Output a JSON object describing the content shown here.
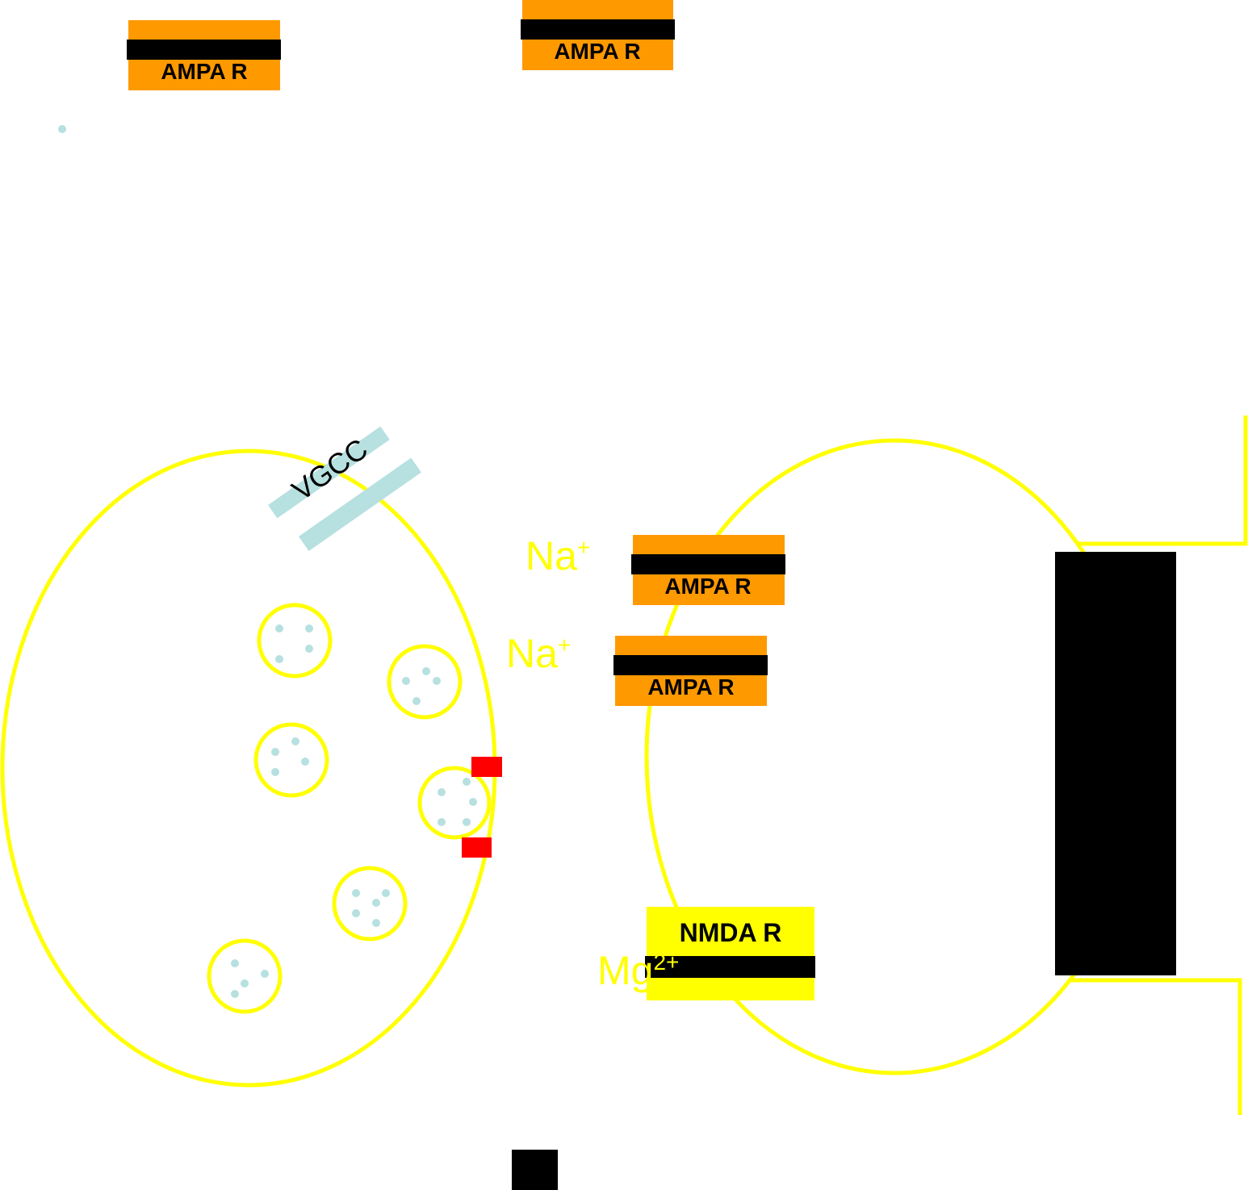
{
  "colors": {
    "membrane": "#FFFF00",
    "ampa_body": "#FF9900",
    "receptor_band": "#000000",
    "nmda_body": "#FFFF00",
    "transmitter": "#B7E0E0",
    "vgcc": "#B7E0E0",
    "snare": "#FF0000",
    "ion_text": "#FFFF00",
    "background": "#FFFFFF"
  },
  "labels": {
    "ampa": "AMPA R",
    "nmda": "NMDA R",
    "vgcc": "VGCC",
    "na_base": "Na",
    "na_charge": "+",
    "mg_base": "Mg",
    "mg_charge": "2+"
  },
  "icons": {
    "vesicle": "vesicle-icon",
    "transmitter": "transmitter-dot-icon",
    "snare": "snare-protein-icon",
    "block": "black-block-icon"
  }
}
